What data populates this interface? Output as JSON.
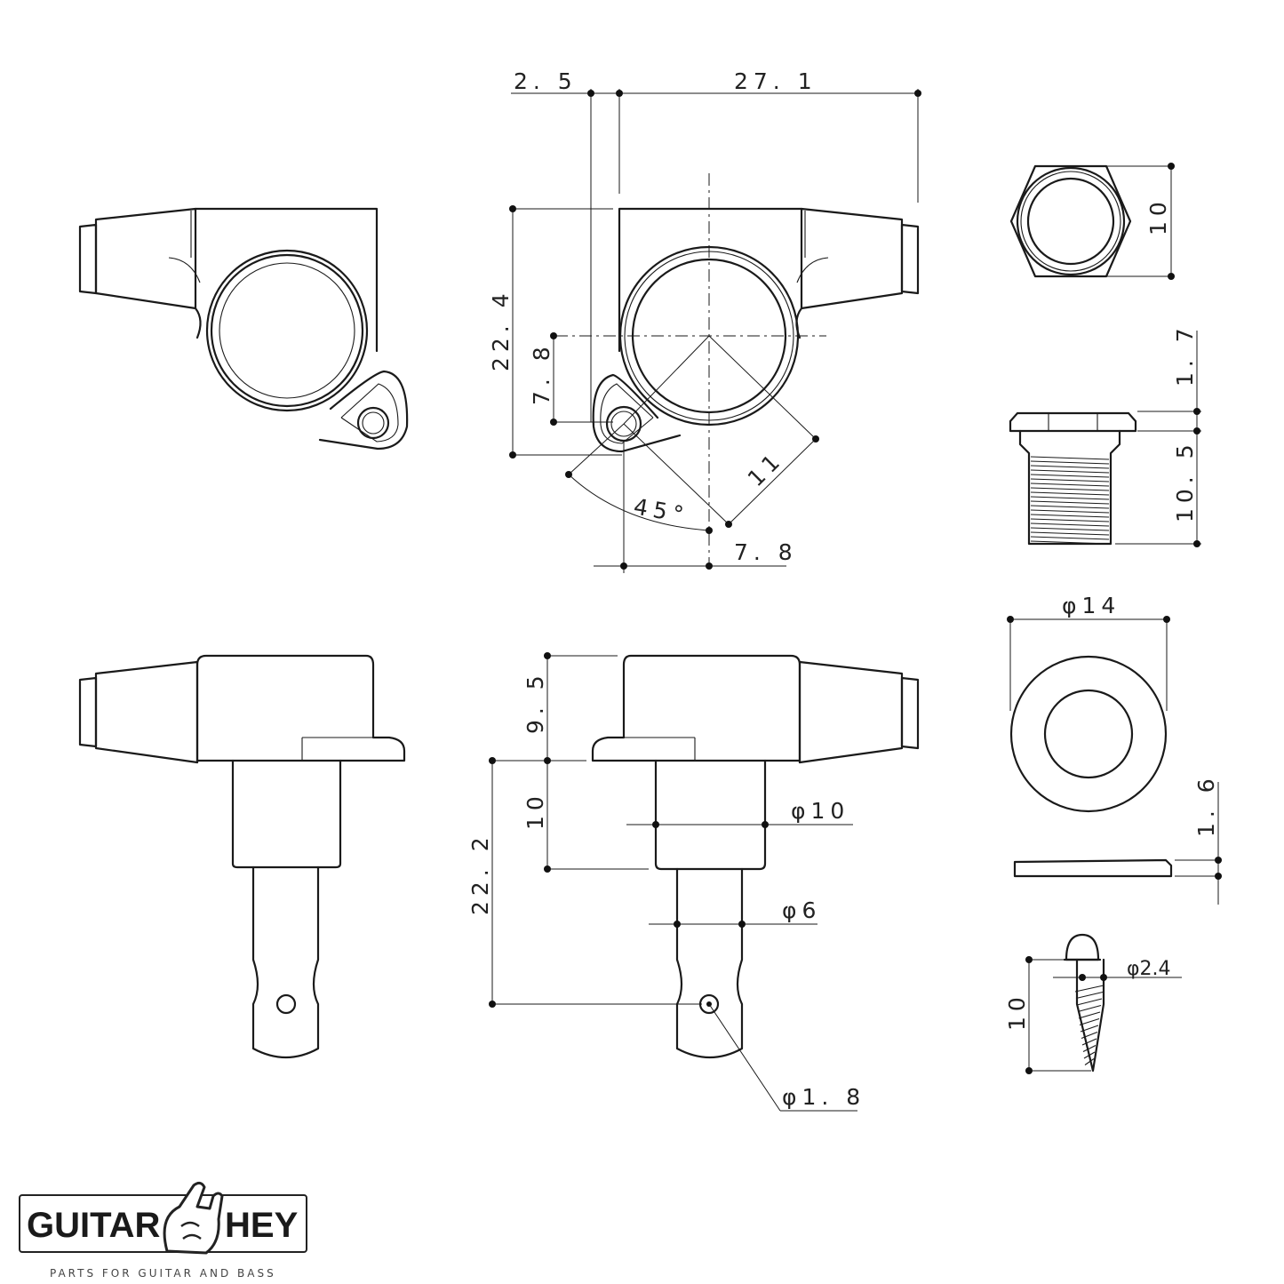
{
  "dimensions": {
    "post_offset": "2. 5",
    "overall_width": "27. 1",
    "housing_height": "22. 4",
    "hole_vertical_offset": "7. 8",
    "hole_horizontal_offset": "7. 8",
    "hole_radius": "11",
    "hole_angle": "45°",
    "nut_width": "10",
    "nut_flange": "1. 7",
    "nut_thread_length": "10. 5",
    "washer_diameter": "φ14",
    "washer_thickness": "1. 6",
    "screw_diameter": "φ2.4",
    "screw_length": "10",
    "body_height": "9. 5",
    "bushing_height": "10",
    "post_length": "22. 2",
    "bushing_diameter": "φ10",
    "post_diameter": "φ6",
    "string_hole_diameter": "φ1. 8"
  },
  "logo": {
    "left_word": "GUITAR",
    "right_word": "HEY",
    "tagline": "PARTS FOR GUITAR AND BASS"
  }
}
